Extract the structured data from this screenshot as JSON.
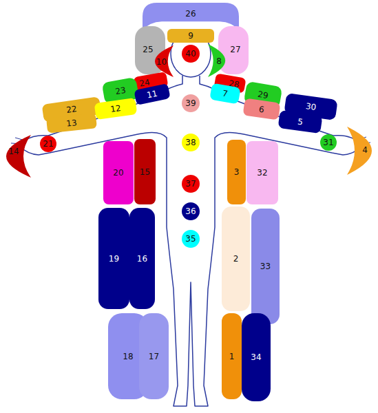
{
  "diagram": {
    "nodes": [
      {
        "text": [
          "26"
        ]
      },
      {
        "text": [
          "9"
        ]
      },
      {
        "text": [
          "25"
        ]
      },
      {
        "text": [
          "27"
        ]
      },
      {
        "text": [
          "40"
        ]
      },
      {
        "text": [
          "10"
        ]
      },
      {
        "text": [
          "8"
        ]
      },
      {
        "text": [
          "24"
        ]
      },
      {
        "text": [
          "28"
        ]
      },
      {
        "text": [
          "23"
        ]
      },
      {
        "text": [
          "11"
        ]
      },
      {
        "text": [
          "7"
        ]
      },
      {
        "text": [
          "29"
        ]
      },
      {
        "text": [
          "30"
        ]
      },
      {
        "text": [
          "22"
        ]
      },
      {
        "text": [
          "12"
        ]
      },
      {
        "text": [
          "39"
        ]
      },
      {
        "text": [
          "6"
        ]
      },
      {
        "text": [
          "13"
        ]
      },
      {
        "text": [
          "5"
        ]
      },
      {
        "text": [
          "14"
        ]
      },
      {
        "text": [
          "4"
        ]
      },
      {
        "text": [
          "20"
        ]
      },
      {
        "text": [
          "15"
        ]
      },
      {
        "text": [
          "3"
        ]
      },
      {
        "text": [
          "32"
        ]
      },
      {
        "text": [
          "21"
        ]
      },
      {
        "text": [
          "38"
        ]
      },
      {
        "text": [
          "31"
        ]
      },
      {
        "text": [
          "37"
        ]
      },
      {
        "text": [
          "19"
        ]
      },
      {
        "text": [
          "16"
        ]
      },
      {
        "text": [
          "2"
        ]
      },
      {
        "text": [
          "33"
        ]
      },
      {
        "text": [
          "36"
        ]
      },
      {
        "text": [
          "35"
        ]
      },
      {
        "text": [
          "18"
        ]
      },
      {
        "text": [
          "17"
        ]
      },
      {
        "text": [
          "1"
        ]
      },
      {
        "text": [
          "34"
        ]
      }
    ]
  }
}
